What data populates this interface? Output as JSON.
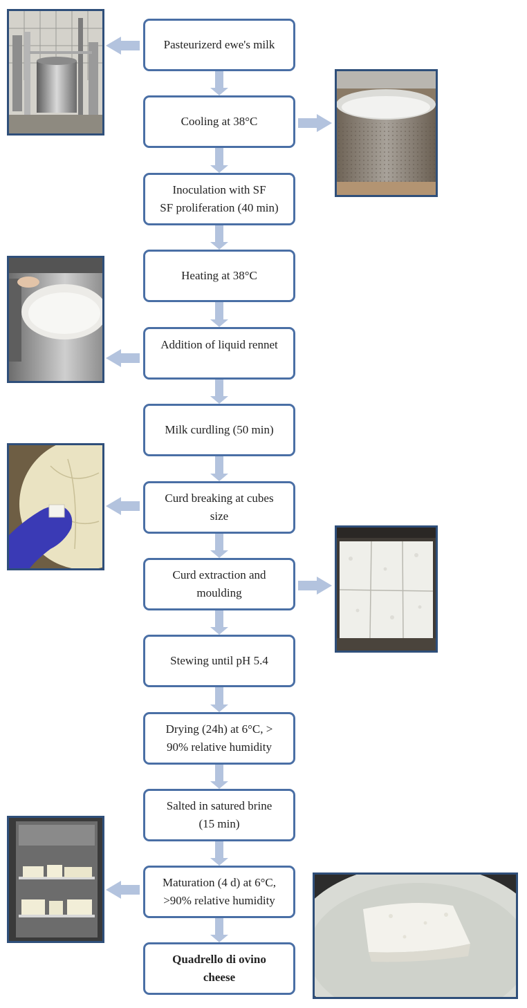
{
  "steps": [
    {
      "lines": [
        "Pasteurizerd ewe's milk"
      ]
    },
    {
      "lines": [
        "Cooling at 38°C"
      ]
    },
    {
      "lines": [
        "Inoculation with SF",
        "SF proliferation (40 min)"
      ]
    },
    {
      "lines": [
        "Heating at 38°C"
      ]
    },
    {
      "lines": [
        "Addition of  liquid rennet"
      ]
    },
    {
      "lines": [
        "Milk curdling (50 min)"
      ]
    },
    {
      "lines": [
        "Curd breaking at cubes",
        "size"
      ]
    },
    {
      "lines": [
        "Curd extraction and",
        "moulding"
      ]
    },
    {
      "lines": [
        "Stewing until pH 5.4"
      ]
    },
    {
      "lines": [
        "Drying (24h) at 6°C, >",
        "90% relative humidity"
      ]
    },
    {
      "lines": [
        "Salted in satured brine",
        "(15 min)"
      ]
    },
    {
      "lines": [
        "Maturation (4 d) at 6°C,",
        ">90% relative humidity"
      ]
    },
    {
      "lines": [
        "Quadrello di ovino",
        "cheese"
      ]
    }
  ],
  "photos": [
    {
      "subject": "pasteurizer-vat"
    },
    {
      "subject": "cooling-vat-milk"
    },
    {
      "subject": "heating-vat"
    },
    {
      "subject": "curd-cube-in-hand"
    },
    {
      "subject": "curd-moulds"
    },
    {
      "subject": "maturation-fridge"
    },
    {
      "subject": "finished-cheese"
    }
  ],
  "colors": {
    "box_border": "#4a6fa5",
    "arrow": "#b3c3de",
    "photo_border": "#2f4f7a"
  }
}
